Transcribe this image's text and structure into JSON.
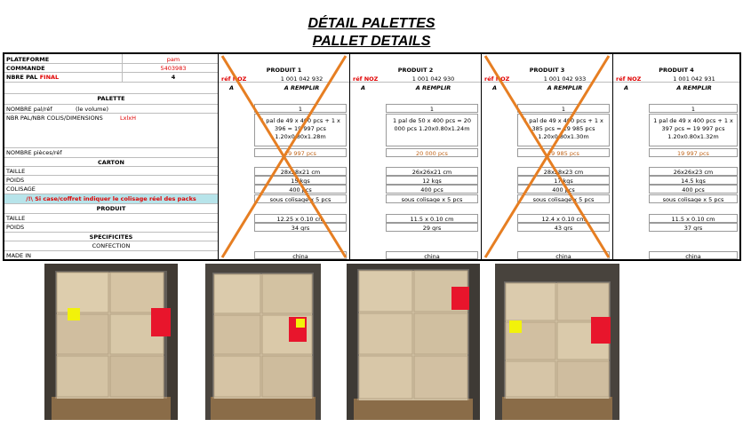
{
  "titles": {
    "fr": "DÉTAIL PALETTES",
    "en": "PALLET DETAILS"
  },
  "left": {
    "plateforme_label": "PLATEFORME",
    "plateforme_value": "pam",
    "commande_label": "COMMANDE",
    "commande_value": "5403983",
    "nbre_pal_label": "NBRE PAL",
    "nbre_pal_final": "FINAL",
    "nbre_pal_value": "4",
    "palette_header": "PALETTE",
    "nombre_pal_label": "NOMBRE pal/réf",
    "nombre_pal_note": "(le volume)",
    "dims_label": "NBR PAL/NBR COLIS/DIMENSIONS",
    "dims_note": "LxlxH",
    "pieces_label": "NOMBRE pièces/réf",
    "carton_header": "CARTON",
    "taille_label": "TAILLE",
    "poids_label": "POIDS",
    "colisage_label": "COLISAGE",
    "warning": "/!\\ Si case/coffret indiquer le colisage réel des packs",
    "produit_header": "PRODUIT",
    "ptaille_label": "TAILLE",
    "ppoids_label": "POIDS",
    "specificites_header": "SPECIFICITES",
    "confection_label": "CONFECTION",
    "made_in_label": "MADE IN"
  },
  "products": [
    {
      "title": "PRODUIT 1",
      "ref_label": "réf NOZ",
      "ref": "1 001 042 932",
      "a": "A",
      "remplir": "A REMPLIR",
      "nombre": "1",
      "dims": "1 pal de 49 x 400 pcs + 1 x 396 = 19 997 pcs 1.20x0.80x1.28m",
      "pieces": "19 997 pcs",
      "taille": "28x28x21 cm",
      "poids": "15 kgs",
      "colisage": "400 pcs",
      "warn": "sous colisage x 5 pcs",
      "ptaille": "12.25 x 0.10 cm",
      "ppoids": "34 grs",
      "made_in": "china",
      "crossed": true
    },
    {
      "title": "PRODUIT 2",
      "ref_label": "réf NOZ",
      "ref": "1 001 042 930",
      "a": "A",
      "remplir": "A REMPLIR",
      "nombre": "1",
      "dims": "1 pal de 50 x 400 pcs = 20 000 pcs 1.20x0.80x1.24m",
      "pieces": "20 000 pcs",
      "taille": "26x26x21 cm",
      "poids": "12 kgs",
      "colisage": "400 pcs",
      "warn": "sous colisage x 5 pcs",
      "ptaille": "11.5 x 0.10 cm",
      "ppoids": "29 grs",
      "made_in": "china",
      "crossed": false
    },
    {
      "title": "PRODUIT 3",
      "ref_label": "réf NOZ",
      "ref": "1 001 042 933",
      "a": "A",
      "remplir": "A REMPLIR",
      "nombre": "1",
      "dims": "1 pal de 49 x 400 pcs + 1 x 385 pcs = 19 985 pcs 1.20x0.80x1.30m",
      "pieces": "19 985 pcs",
      "taille": "28x28x23 cm",
      "poids": "17 kgs",
      "colisage": "400 pcs",
      "warn": "sous colisage x 5 pcs",
      "ptaille": "12.4 x 0.10 cm",
      "ppoids": "43 grs",
      "made_in": "china",
      "crossed": true
    },
    {
      "title": "PRODUIT 4",
      "ref_label": "réf NOZ",
      "ref": "1 001 042 931",
      "a": "A",
      "remplir": "A REMPLIR",
      "nombre": "1",
      "dims": "1 pal de 49 x 400 pcs + 1 x 397 pcs = 19 997 pcs 1.20x0.80x1.32m",
      "pieces": "19 997 pcs",
      "taille": "26x26x23 cm",
      "poids": "14.5 kgs",
      "colisage": "400 pcs",
      "warn": "sous colisage x 5 pcs",
      "ptaille": "11.5 x 0.10 cm",
      "ppoids": "37 grs",
      "made_in": "china",
      "crossed": false
    }
  ],
  "photos": [
    {
      "label": "pallet-photo-1"
    },
    {
      "label": "pallet-photo-2"
    },
    {
      "label": "pallet-photo-3"
    },
    {
      "label": "pallet-photo-4"
    }
  ],
  "colors": {
    "cross": "#e67e22",
    "red": "#e00000",
    "orange": "#c0651a",
    "warning_bg": "#b7e4ea"
  }
}
